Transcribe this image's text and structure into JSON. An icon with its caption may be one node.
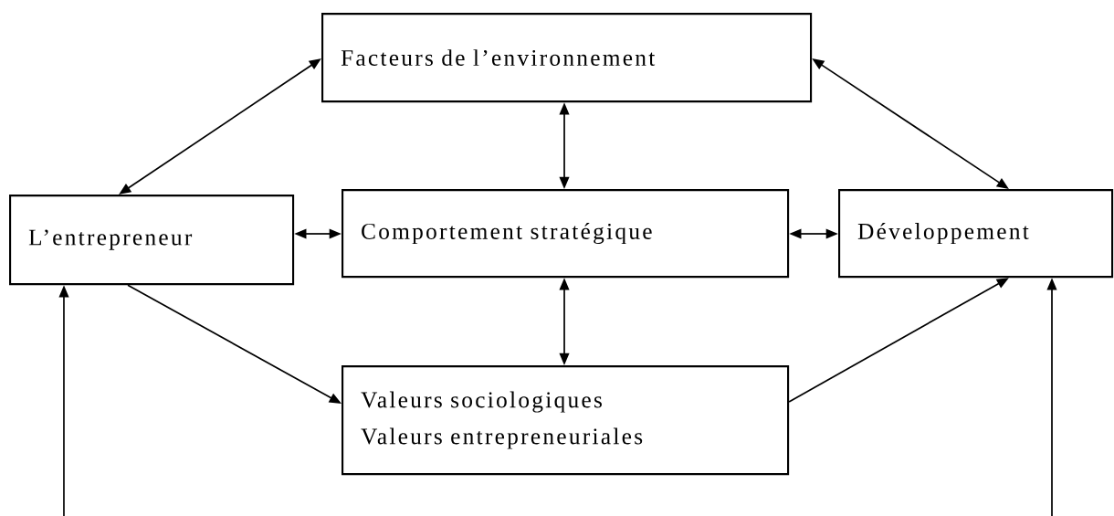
{
  "diagram": {
    "nodes": [
      {
        "text": [
          "Facteurs de l’environnement"
        ]
      },
      {
        "text": [
          "L’entrepreneur"
        ]
      },
      {
        "text": [
          "Comportement stratégique"
        ]
      },
      {
        "text": [
          "Développement"
        ]
      },
      {
        "text": [
          "Valeurs sociologiques",
          "Valeurs entrepreneuriales"
        ]
      }
    ],
    "edges": [
      {
        "from": 1,
        "to": 0,
        "arrow": "both"
      },
      {
        "from": 0,
        "to": 3,
        "arrow": "both"
      },
      {
        "from": 0,
        "to": 2,
        "arrow": "both"
      },
      {
        "from": 1,
        "to": 2,
        "arrow": "both"
      },
      {
        "from": 2,
        "to": 3,
        "arrow": "both"
      },
      {
        "from": 2,
        "to": 4,
        "arrow": "both"
      },
      {
        "from": 1,
        "to": 4,
        "arrow": "to"
      },
      {
        "from": 4,
        "to": 3,
        "arrow": "to"
      },
      {
        "from": null,
        "to": 1,
        "arrow": "to"
      },
      {
        "from": null,
        "to": 3,
        "arrow": "to"
      }
    ]
  }
}
